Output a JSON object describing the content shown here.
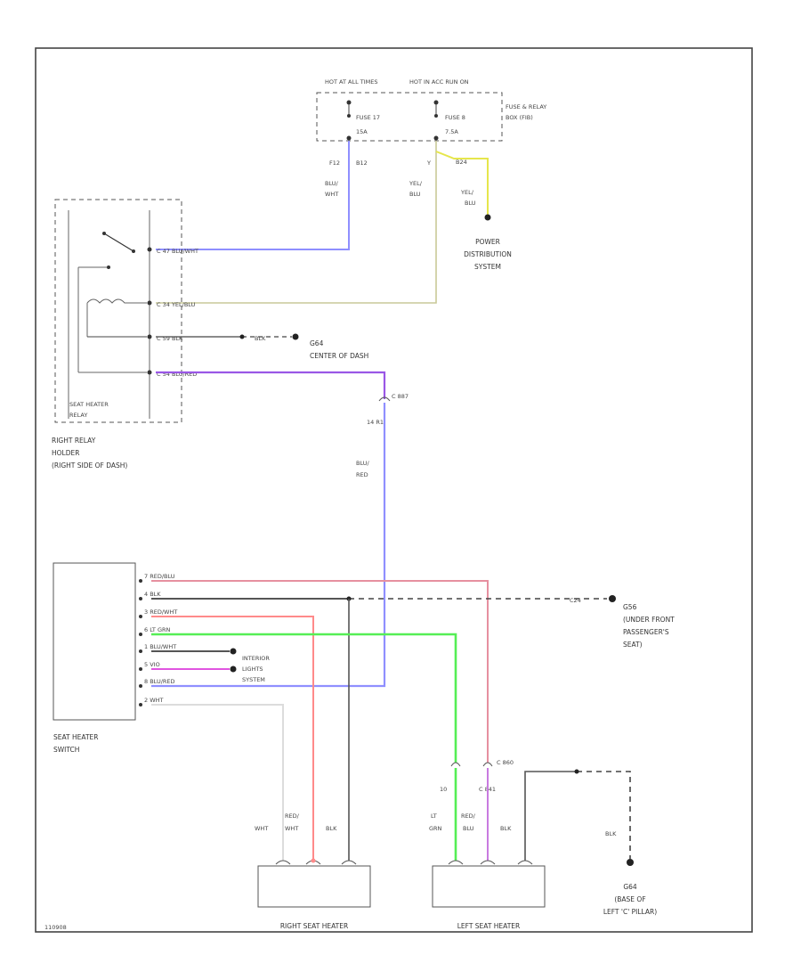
{
  "fuse_box": {
    "hot_at_all_times": "HOT AT ALL TIMES",
    "hot_in_acc_run": "HOT IN ACC RUN ON",
    "fuse17": "FUSE 17",
    "fuse17_amp": "15A",
    "fuse8": "FUSE 8",
    "fuse8_amp": "7.5A",
    "name": "FUSE & RELAY BOX (FIB)",
    "pin_f12": "F12",
    "pin_b12": "B12",
    "pin_y": "Y",
    "pin_b24": "B24"
  },
  "wires": {
    "blu_wht": "BLU/ WHT",
    "yel_blu_a": "YEL/ BLU",
    "yel_blu_b": "YEL/ BLU",
    "blu_red": "BLU/ RED",
    "blk_g": "BLK",
    "blk_g3": "BLK"
  },
  "power_distribution": "POWER DISTRIBUTION SYSTEM",
  "relay": {
    "name": "SEAT HEATER RELAY",
    "holder": "RIGHT RELAY HOLDER (RIGHT SIDE OF DASH)",
    "pin1": "C 47 BLU/WHT",
    "pin2": "C 34 YEL/BLU",
    "pin3": "C 59 BLK",
    "pin4": "C 54 BLU/RED"
  },
  "ground_g1": {
    "name": "G64",
    "location": "CENTER OF DASH"
  },
  "connector_c1": {
    "pin_a": "C 887",
    "pin_b": "14 R1"
  },
  "switch": {
    "name": "SEAT HEATER SWITCH",
    "pins": [
      "7 RED/BLU",
      "4 BLK",
      "3 RED/WHT",
      "6 LT GRN",
      "1 BLU/WHT",
      "5 VIO",
      "8 BLU/RED",
      "2 WHT"
    ]
  },
  "lighting": "INTERIOR LIGHTS SYSTEM",
  "ground_g2": {
    "name": "G56",
    "location": "UNDER FRONT PASSENGER'S SEAT",
    "tag": "C24"
  },
  "heater_right": {
    "name": "RIGHT SEAT HEATER",
    "wire1": "WHT",
    "wire2": "RED/ WHT",
    "wire3": "BLK"
  },
  "heater_left": {
    "name": "LEFT SEAT HEATER",
    "wire1": "LT GRN",
    "wire2": "RED/ BLU",
    "wire3": "BLK",
    "pin_a": "10",
    "pin_b": "C 841",
    "pin_c": "C 860"
  },
  "ground_g3": {
    "name": "G64",
    "location": "BASE OF LEFT 'C' PILLAR"
  },
  "footer_id": "110908"
}
